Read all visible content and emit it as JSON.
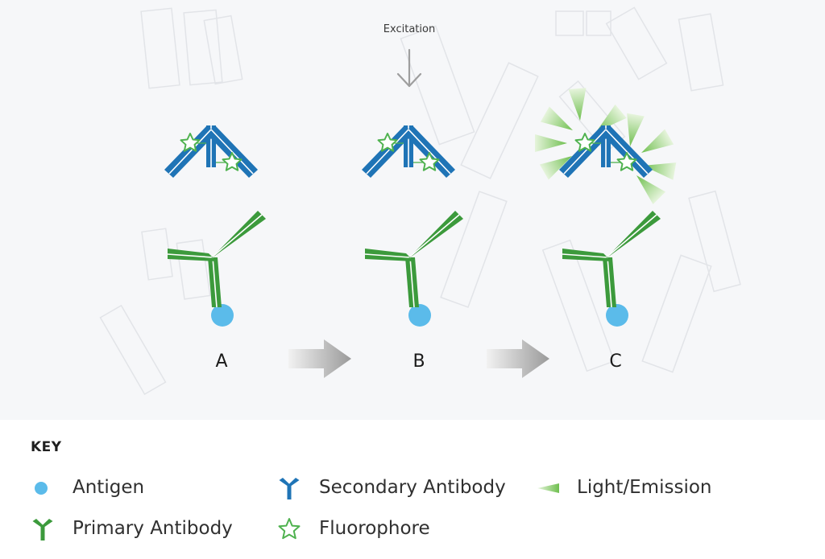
{
  "diagram": {
    "excitation_label": "Excitation",
    "panels": [
      {
        "letter": "A"
      },
      {
        "letter": "B"
      },
      {
        "letter": "C"
      }
    ]
  },
  "key": {
    "title": "KEY",
    "items": [
      {
        "label": "Antigen",
        "icon": "antigen-dot-icon"
      },
      {
        "label": "Secondary Antibody",
        "icon": "secondary-antibody-icon"
      },
      {
        "label": "Light/Emission",
        "icon": "light-emission-icon"
      },
      {
        "label": "Primary Antibody",
        "icon": "primary-antibody-icon"
      },
      {
        "label": "Fluorophore",
        "icon": "fluorophore-star-icon"
      }
    ]
  },
  "colors": {
    "antigen": "#5bbbea",
    "primary_antibody": "#3c9a3c",
    "secondary_antibody": "#1f74b6",
    "fluorophore": "#4fb24f",
    "emission": "#8fce6f",
    "panel_background": "#f5f6f8",
    "arrow": "#b0b0b0"
  }
}
